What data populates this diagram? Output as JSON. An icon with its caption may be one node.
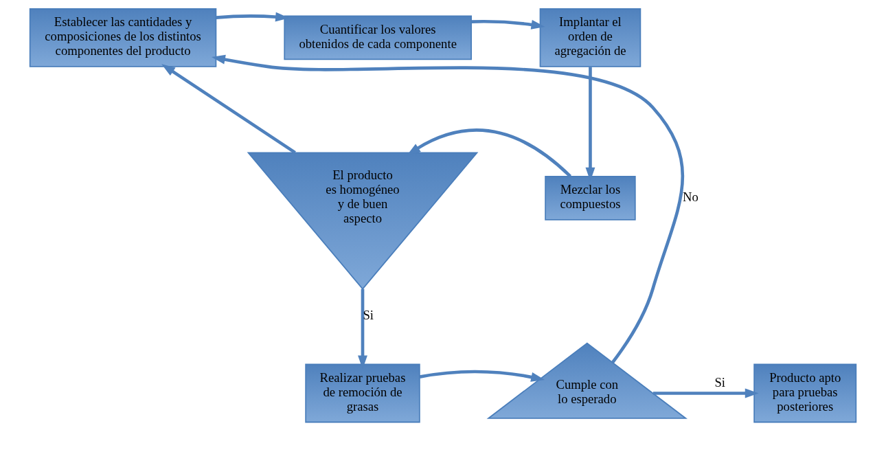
{
  "diagram": {
    "nodes": [
      {
        "text": [
          "Establecer las cantidades y composiciones de los distintos componentes del producto"
        ]
      },
      {
        "text": [
          "Cuantificar los valores obtenidos de cada componente"
        ]
      },
      {
        "text": [
          "Implantar el orden de agregación de"
        ]
      },
      {
        "text": [
          "Mezclar los compuestos"
        ]
      },
      {
        "text": [
          "El producto es homogéneo y de buen aspecto"
        ]
      },
      {
        "text": [
          "Realizar pruebas de remoción de grasas"
        ]
      },
      {
        "text": [
          "Cumple con lo esperado"
        ]
      },
      {
        "text": [
          "Producto apto para pruebas posteriores"
        ]
      }
    ],
    "edges": [
      {
        "from": 0,
        "to": 1,
        "arrow": "to"
      },
      {
        "from": 1,
        "to": 2,
        "arrow": "to"
      },
      {
        "from": 2,
        "to": 3,
        "arrow": "to"
      },
      {
        "from": 3,
        "to": 4,
        "arrow": "to"
      },
      {
        "from": 4,
        "to": 0,
        "arrow": "to"
      },
      {
        "from": 4,
        "to": 5,
        "label": "Si",
        "arrow": "to"
      },
      {
        "from": 5,
        "to": 6,
        "arrow": "to"
      },
      {
        "from": 6,
        "to": 7,
        "label": "Si",
        "arrow": "to"
      },
      {
        "from": 6,
        "to": 0,
        "label": "No",
        "arrow": "to"
      }
    ]
  }
}
